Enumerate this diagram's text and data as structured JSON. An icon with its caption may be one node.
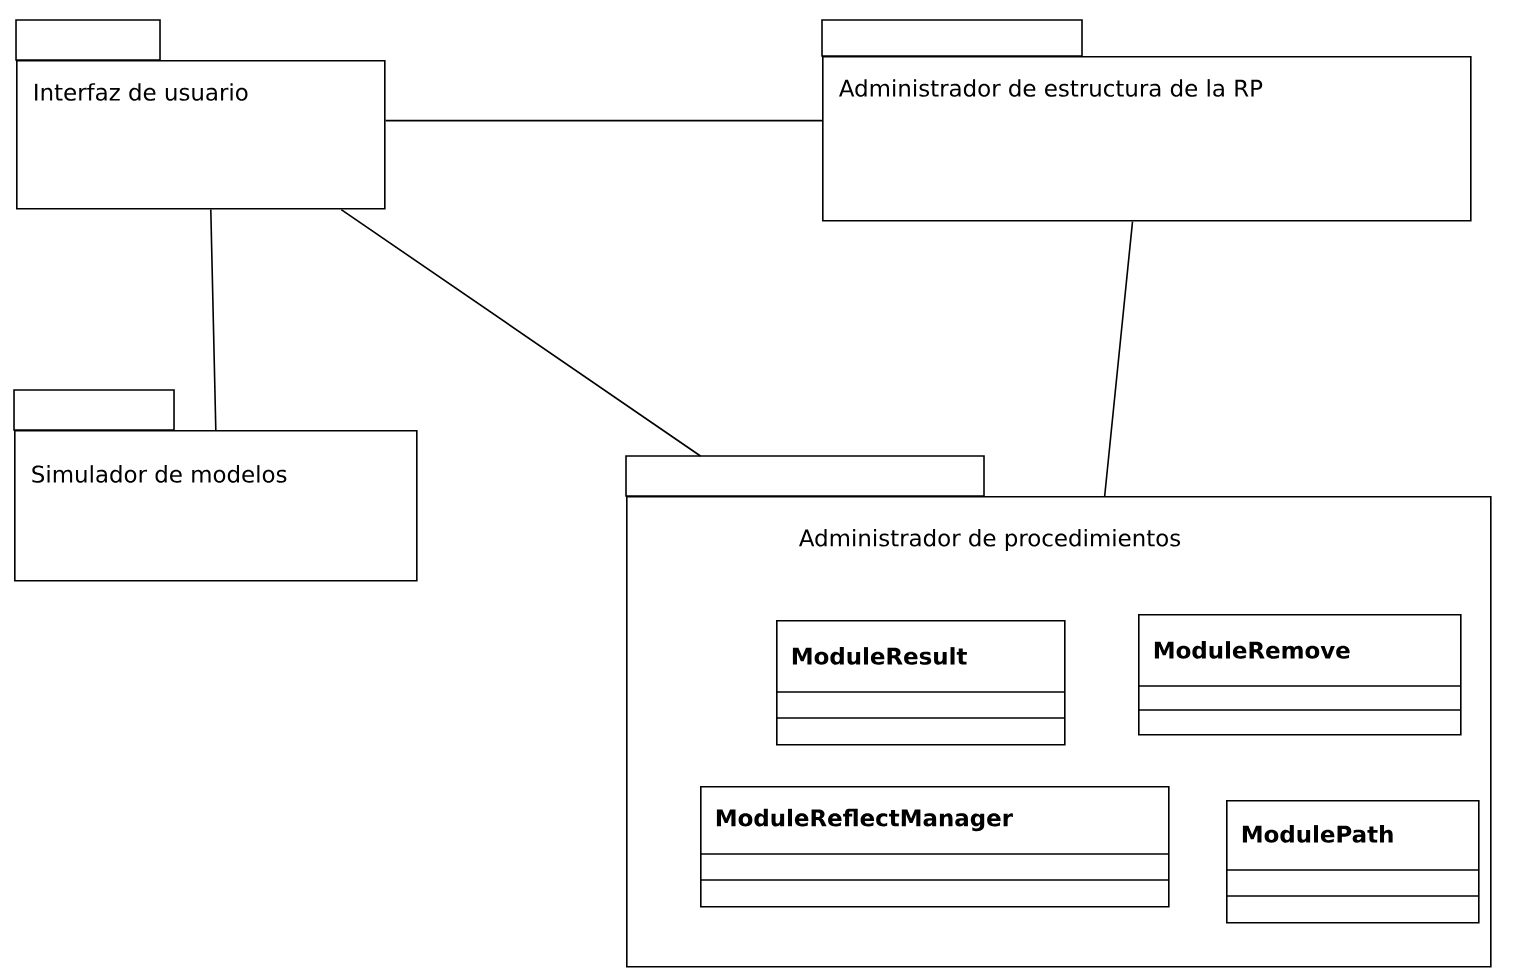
{
  "diagram": {
    "nodes": [
      {
        "text": [
          "Interfaz de usuario"
        ]
      },
      {
        "text": [
          "Administrador de estructura de la RP"
        ]
      },
      {
        "text": [
          "Simulador de modelos"
        ]
      },
      {
        "text": [
          "Administrador de procedimientos"
        ]
      },
      {
        "text": [
          "ModuleResult"
        ],
        "in": 3
      },
      {
        "text": [
          "ModuleRemove"
        ],
        "in": 3
      },
      {
        "text": [
          "ModuleReflectManager"
        ],
        "in": 3
      },
      {
        "text": [
          "ModulePath"
        ],
        "in": 3
      }
    ],
    "edges": [
      {
        "from": 0,
        "to": 1,
        "arrow": "none"
      },
      {
        "from": 0,
        "to": 2,
        "arrow": "none"
      },
      {
        "from": 0,
        "to": 3,
        "arrow": "none"
      },
      {
        "from": 1,
        "to": 3,
        "arrow": "none"
      }
    ]
  }
}
